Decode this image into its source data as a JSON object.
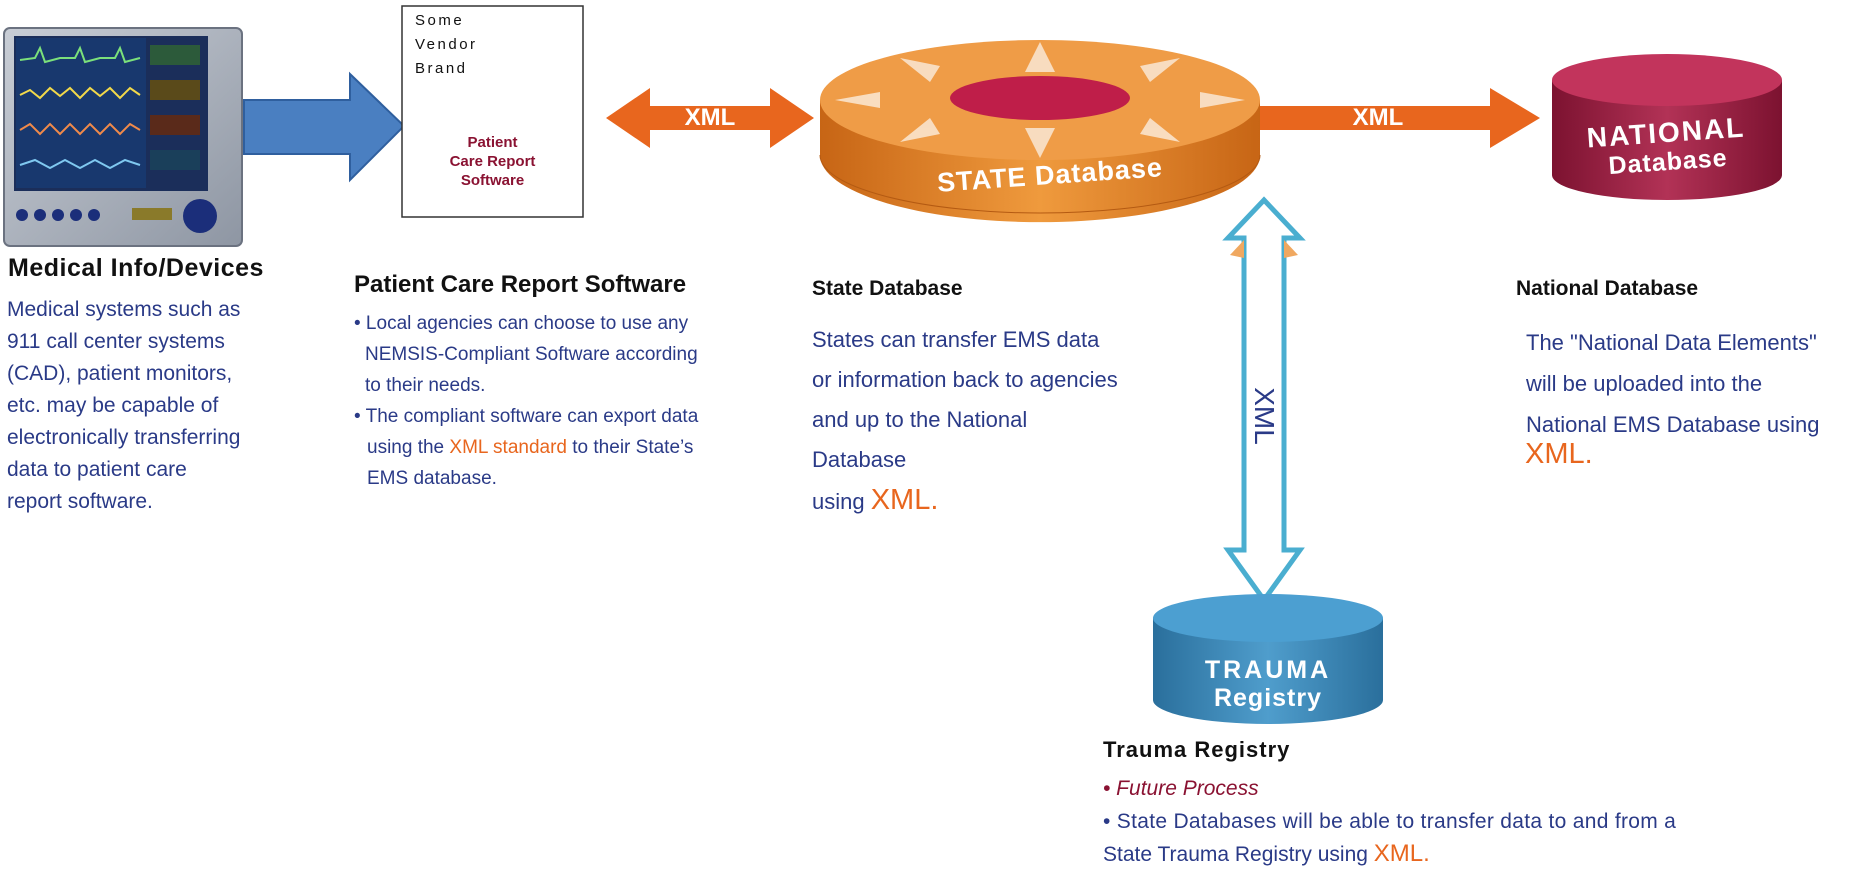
{
  "medical": {
    "heading": "Medical Info/Devices",
    "lines": [
      "Medical systems such as",
      "911 call center systems",
      "(CAD), patient monitors,",
      "etc. may be capable of",
      "electronically transferring",
      "data to patient care",
      "report software."
    ]
  },
  "vendor_box": {
    "brand_lines": [
      "Some",
      "Vendor",
      "Brand"
    ],
    "product_lines": [
      "Patient",
      "Care Report",
      "Software"
    ]
  },
  "pcr": {
    "heading": "Patient Care Report Software",
    "b1_lines": [
      "• Local agencies can choose to use any",
      "NEMSIS-Compliant Software according",
      "to their needs."
    ],
    "b2_l1": "• The compliant software can export data",
    "b2_l2_pre": "using the ",
    "b2_l2_xml": "XML standard",
    "b2_l2_post": " to their State’s",
    "b2_l3": "EMS database."
  },
  "state": {
    "disk_label": "STATE Database",
    "heading": "State Database",
    "lines": [
      "States can transfer EMS data",
      "or information back to agencies",
      "and up to the National",
      "Database"
    ],
    "using": "using ",
    "xml": "XML."
  },
  "national": {
    "disk_line1": "NATIONAL",
    "disk_line2": "Database",
    "heading": "National Database",
    "lines": [
      "The \"National Data Elements\"",
      "will be uploaded into the",
      "National EMS Database using"
    ],
    "xml": "XML."
  },
  "trauma": {
    "disk_line1": "TRAUMA",
    "disk_line2": "Registry",
    "heading": "Trauma Registry",
    "future": "• Future Process",
    "line1": "• State Databases will be able to transfer data to and from a",
    "line2_pre": "State Trauma Registry using ",
    "line2_xml": "XML."
  },
  "arrows": {
    "xml_left": "XML",
    "xml_right": "XML",
    "xml_vertical": "XML"
  },
  "colors": {
    "orange": "#e8661e",
    "maroon": "#8a1232",
    "navy": "#2a3a87",
    "blue_arrow": "#4a7fc1",
    "teal": "#4aaed0",
    "trauma_blue": "#3b86b8",
    "state_orange": "#ea8a33"
  }
}
